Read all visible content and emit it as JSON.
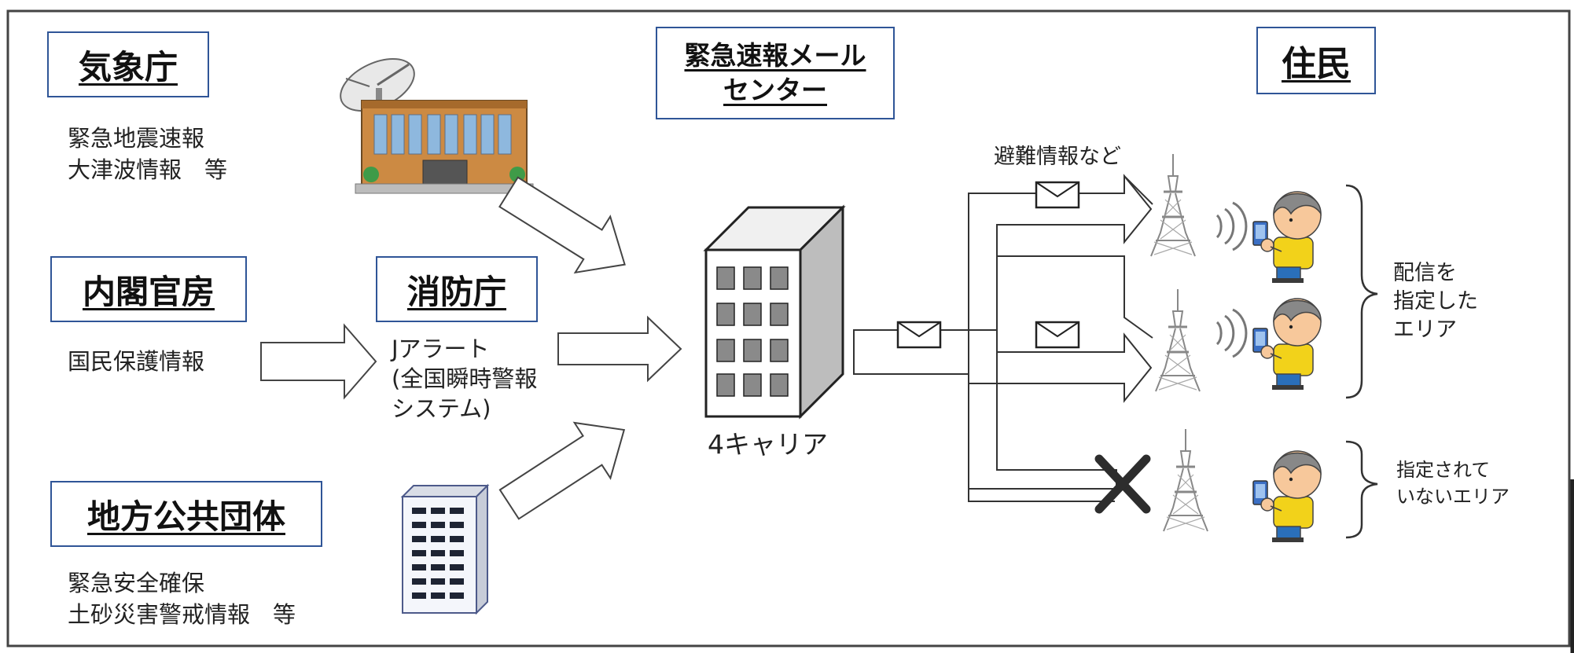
{
  "sources": {
    "jma": {
      "title": "気象庁",
      "lines": [
        "緊急地震速報",
        "大津波情報　等"
      ]
    },
    "cabinet": {
      "title": "内閣官房",
      "text": "国民保護情報"
    },
    "fdma": {
      "title": "消防庁",
      "lines": [
        "Jアラート",
        "(全国瞬時警報",
        "システム)"
      ]
    },
    "local_gov": {
      "title": "地方公共団体",
      "lines": [
        "緊急安全確保",
        "土砂災害警戒情報　等"
      ]
    }
  },
  "center": {
    "title_lines": [
      "緊急速報メール",
      "センター"
    ],
    "caption": "4キャリア"
  },
  "residents": {
    "title": "住民"
  },
  "delivery": {
    "message_label": "避難情報など",
    "designated_lines": [
      "配信を",
      "指定した",
      "エリア"
    ],
    "undesignated_lines": [
      "指定されて",
      "いないエリア"
    ]
  },
  "colors": {
    "box_border": "#2f5597",
    "line": "#333333",
    "person_shirt": "#f2d21a",
    "person_pants": "#2a6fba",
    "phone": "#3b6fc4"
  }
}
